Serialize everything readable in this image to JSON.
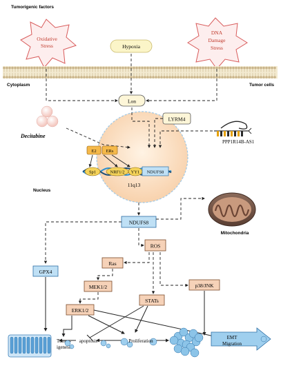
{
  "labels": {
    "tumorigenic_factors": "Tumorigenic factors",
    "oxidative_stress_1": "Oxidative",
    "oxidative_stress_2": "Stress",
    "hypoxia": "Hypoxia",
    "dna_damage_1": "DNA",
    "dna_damage_2": "Damage",
    "dna_damage_3": "Stress",
    "cytoplasm": "Cytoplasm",
    "tumor_cells": "Tumor cells",
    "lon": "Lon",
    "lyrm4": "LYRM4",
    "decitabine": "Decitabine",
    "ppp1r14b_as1": "PPP1R14B-AS1",
    "e2": "E2",
    "ers": "ERs",
    "sp1": "Sp1",
    "nrf1_2": "NRF1/2",
    "yy1": "YY1",
    "ndufs8_gene": "NDUFS8",
    "locus": "11q13",
    "nucleus": "Nucleus",
    "ndufs8_protein": "NDUFS8",
    "mitochondria": "Mitochondria",
    "ros": "ROS",
    "gpx4": "GPX4",
    "ras": "Ras",
    "mek": "MEK1/2",
    "erk": "ERK1/2",
    "stats": "STATs",
    "p38": "p38/JNK",
    "tumorigenesis_1": "Tumor-",
    "tumorigenesis_2": "igenesis",
    "apoptosis": "apoptosis",
    "proliferation": "Proliferation",
    "emt_1": "EMT",
    "emt_2": "Migration"
  },
  "colors": {
    "stress_fill": "#fdeeee",
    "stress_stroke": "#d85a5a",
    "hypoxia_fill": "#fbf5c8",
    "lon_fill": "#fdf6d8",
    "nucleus_fill": "#fde6cf",
    "ndufs8_fill": "#bfe0f5",
    "node_fill": "#f6d2b8",
    "node_stroke": "#7a4a2a",
    "membrane": "#d8c9a0",
    "cell_blue": "#8cc4e8"
  }
}
